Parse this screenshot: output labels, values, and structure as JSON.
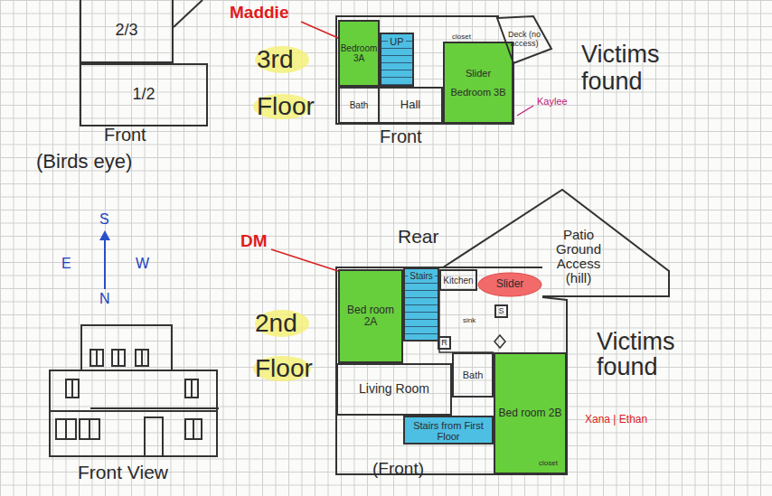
{
  "diagram": {
    "nodes": [
      {
        "text": [
          "2/3"
        ]
      },
      {
        "text": [
          "1/2"
        ]
      },
      {
        "text": [
          "Bedroom 3A"
        ]
      },
      {
        "text": [
          "UP"
        ]
      },
      {
        "text": [
          "Slider",
          "Bedroom 3B"
        ]
      },
      {
        "text": [
          "Deck (no access)"
        ]
      },
      {
        "text": [
          "Bath"
        ]
      },
      {
        "text": [
          "Hall"
        ]
      },
      {
        "text": [
          "Bed room 2A"
        ]
      },
      {
        "text": [
          "Stairs"
        ]
      },
      {
        "text": [
          "Kitchen"
        ]
      },
      {
        "text": [
          "Slider"
        ]
      },
      {
        "text": [
          "Patio Ground Access (hill)"
        ]
      },
      {
        "text": [
          "S"
        ]
      },
      {
        "text": [
          "R"
        ]
      },
      {
        "text": [
          "Bath"
        ]
      },
      {
        "text": [
          "Bed room 2B"
        ]
      },
      {
        "text": [
          "Living Room"
        ]
      },
      {
        "text": [
          "Stairs from First Floor"
        ]
      }
    ],
    "labels": [
      "Maddie",
      "3rd Floor",
      "closet",
      "Victims found",
      "Kaylee",
      "Front",
      "Front",
      "(Birds eye)",
      "S",
      "DM",
      "Rear",
      "E",
      "W",
      "2nd Floor",
      "sink",
      "Victims found",
      "N",
      "Xana | Ethan",
      "Front View",
      "(Front)",
      "closet"
    ]
  }
}
